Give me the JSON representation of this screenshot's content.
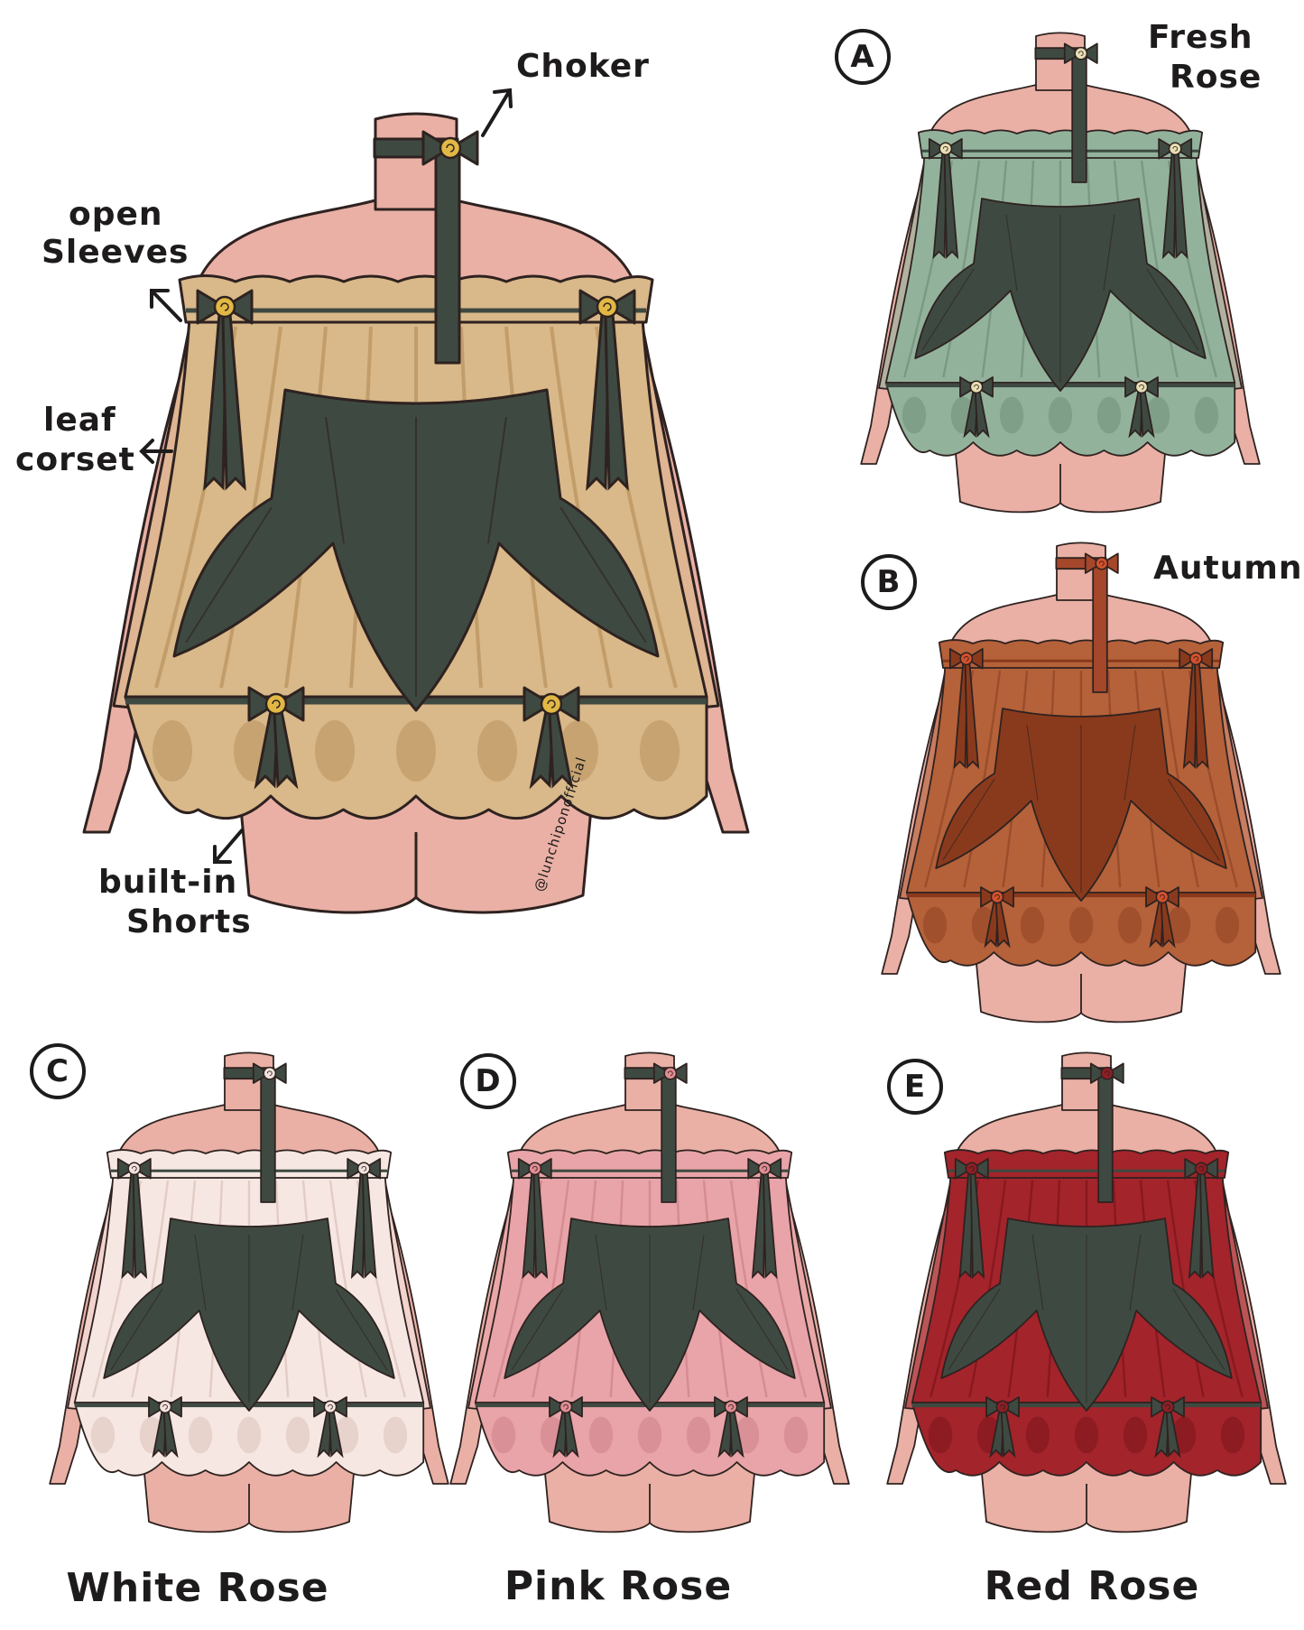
{
  "callouts": {
    "choker": "Choker",
    "open_sleeves_1": "open",
    "open_sleeves_2": "Sleeves",
    "leaf_corset_1": "leaf",
    "leaf_corset_2": "corset",
    "shorts_1": "built-in",
    "shorts_2": "Shorts"
  },
  "watermark": "@lunchiponofficial",
  "variants": [
    {
      "id": "main",
      "letter": "",
      "name": "",
      "dress": "#d9b889",
      "shade": "#b8925c",
      "corset": "#3e4a41",
      "rose": "#e2b845",
      "choker": "#3e4a41"
    },
    {
      "id": "A",
      "letter": "A",
      "name_1": "Fresh",
      "name_2": "Rose",
      "dress": "#93b29c",
      "shade": "#6f8f79",
      "corset": "#3e4a41",
      "rose": "#e8dfb4",
      "choker": "#3e4a41"
    },
    {
      "id": "B",
      "letter": "B",
      "name": "Autumn",
      "dress": "#b5613a",
      "shade": "#8f4424",
      "corset": "#8a3a1c",
      "rose": "#d4502d",
      "choker": "#a5472a"
    },
    {
      "id": "C",
      "letter": "C",
      "name": "White Rose",
      "dress": "#f6e7e2",
      "shade": "#dcc1b9",
      "corset": "#3e4a41",
      "rose": "#f2e2dd",
      "choker": "#3e4a41"
    },
    {
      "id": "D",
      "letter": "D",
      "name": "Pink Rose",
      "dress": "#e8a4a8",
      "shade": "#cd8088",
      "corset": "#3e4a41",
      "rose": "#e08d93",
      "choker": "#3e4a41"
    },
    {
      "id": "E",
      "letter": "E",
      "name": "Red Rose",
      "dress": "#a3242b",
      "shade": "#7c141b",
      "corset": "#3e4a41",
      "rose": "#8d1e25",
      "choker": "#3e4a41"
    }
  ],
  "skin": "#eab0a5",
  "line": "#2e2220"
}
